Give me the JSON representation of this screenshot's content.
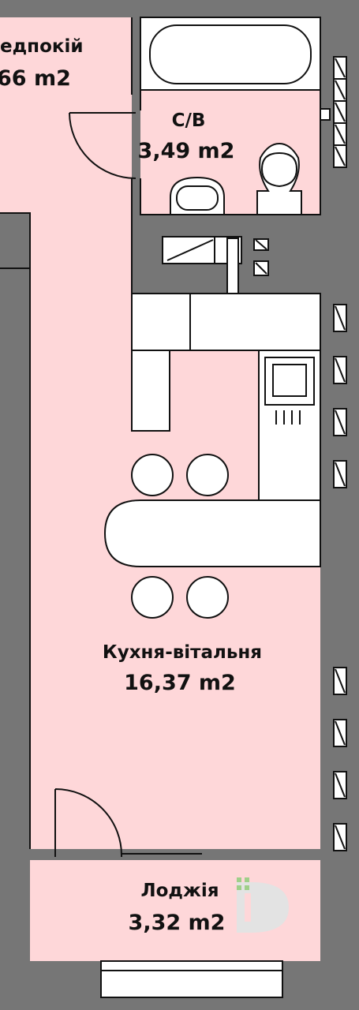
{
  "colors": {
    "wall": "#767676",
    "room": "#fed7d9",
    "fixture": "#ffffff",
    "line": "#111111",
    "text": "#111111",
    "watermark": "#e3e3e3",
    "watermark_accent": "#9fcf8a"
  },
  "rooms": {
    "hallway": {
      "name": "едпокій",
      "area": "66 m2"
    },
    "bathroom": {
      "name": "С/В",
      "area": "3,49 m2"
    },
    "kitchen_living": {
      "name": "Кухня-вітальня",
      "area": "16,37 m2"
    },
    "loggia": {
      "name": "Лоджія",
      "area": "3,32 m2"
    }
  },
  "icons": {
    "bathtub": "bathtub-icon",
    "toilet": "toilet-icon",
    "sink": "sink-icon",
    "stove": "stove-icon",
    "stool": "stool-icon",
    "counter": "bar-counter-icon",
    "door": "door-swing-icon",
    "window": "window-icon",
    "watermark": "watermark-logo-icon"
  }
}
